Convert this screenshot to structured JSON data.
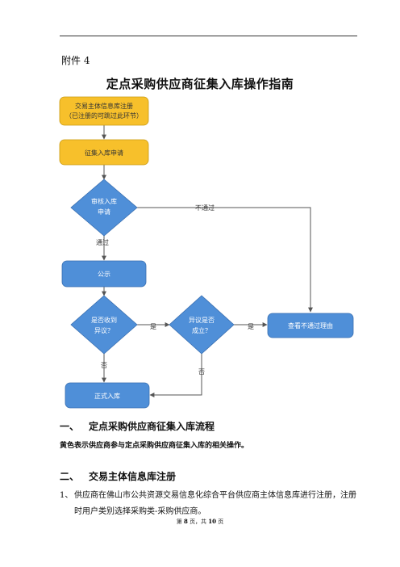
{
  "header": {
    "annex_label": "附件 4"
  },
  "document": {
    "title": "定点采购供应商征集入库操作指南"
  },
  "flowchart": {
    "step_register_line1": "交易主体信息库注册",
    "step_register_line2": "（已注册的可跳过此环节）",
    "step_apply": "征集入库申请",
    "decision_review_line1": "审核入库",
    "decision_review_line2": "申请",
    "label_not_pass": "不通过",
    "label_pass": "通过",
    "step_publicity": "公示",
    "decision_objection_line1": "是否收到",
    "decision_objection_line2": "异议？",
    "label_yes_1": "是",
    "decision_valid_line1": "异议是否",
    "decision_valid_line2": "成立？",
    "label_yes_2": "是",
    "step_view_reason": "查看不通过理由",
    "label_no_1": "否",
    "label_no_2": "否",
    "step_storage": "正式入库",
    "colors": {
      "yellow": "#F7C02B",
      "blue": "#4F8FD8",
      "line": "#555555"
    }
  },
  "sections": {
    "s1_number": "一、",
    "s1_title": "定点采购供应商征集入库流程",
    "s1_note": "黄色表示供应商参与定点采购供应商征集入库的相关操作。",
    "s2_number": "二、",
    "s2_title": "交易主体信息库注册",
    "item1_number": "1、",
    "item1_text": "供应商在佛山市公共资源交易信息化综合平台供应商主体信息库进行注册，注册时用户类别选择采购类-采购供应商。"
  },
  "footer": {
    "prefix": "第",
    "page": "8",
    "middle": "页，共",
    "total": "10",
    "suffix": "页"
  }
}
